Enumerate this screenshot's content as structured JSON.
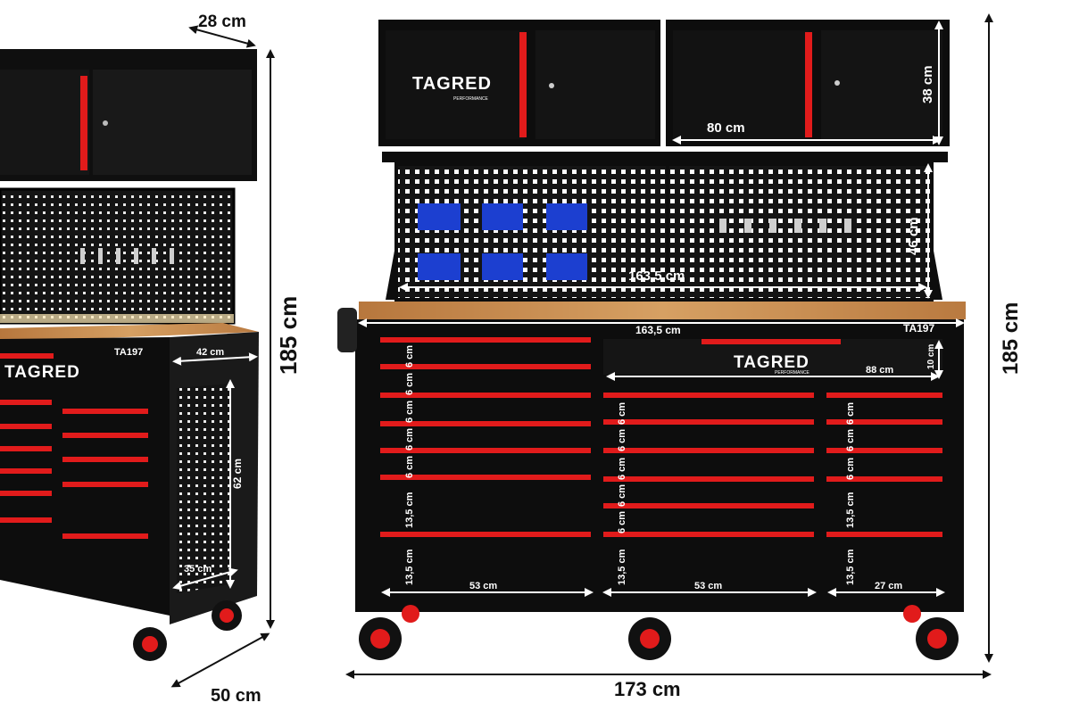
{
  "brand": {
    "name": "TAGRED",
    "tagline": "PERFORMANCE",
    "model": "TA197"
  },
  "left_view": {
    "top_depth": "28 cm",
    "height": "185 cm",
    "work_depth": "42 cm",
    "side_panel_height": "62 cm",
    "base_depth": "35 cm",
    "bottom_depth": "50 cm"
  },
  "front_view": {
    "cabinet_height": "38 cm",
    "cabinet_width": "80 cm",
    "pegboard_height": "46 cm",
    "pegboard_width": "163,5 cm",
    "worktop_width": "163,5 cm",
    "total_height": "185 cm",
    "total_width": "173 cm",
    "top_drawer_width": "88 cm",
    "top_drawer_height": "10 cm",
    "drawer_small": "6 cm",
    "drawer_large": "13,5 cm",
    "col_left_width": "53 cm",
    "col_mid_width": "53 cm",
    "col_right_width": "27 cm"
  },
  "colors": {
    "body": "#0d0d0d",
    "accent": "#e11b1b",
    "wood": "#c98b4e",
    "bins": "#1c3fd0",
    "dims": "#111111"
  }
}
